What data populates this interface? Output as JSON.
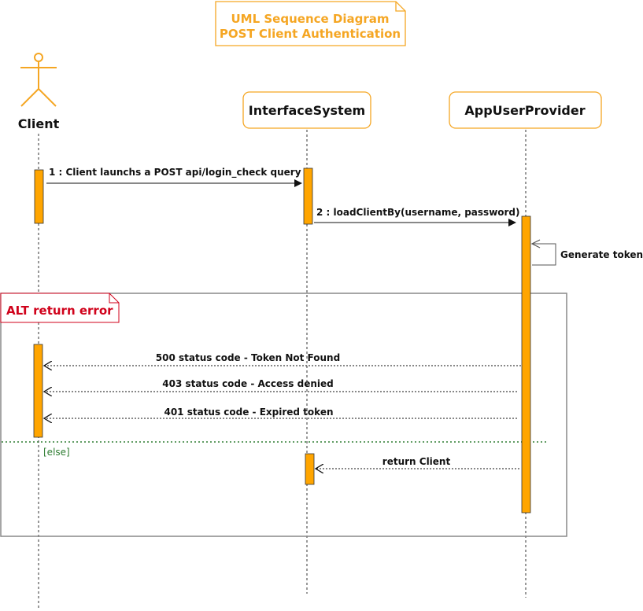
{
  "title": {
    "line1": "UML Sequence Diagram",
    "line2": "POST Client Authentication"
  },
  "participants": {
    "client": "Client",
    "interface": "InterfaceSystem",
    "provider": "AppUserProvider"
  },
  "messages": [
    {
      "id": "m1",
      "text": "1  : Client launchs a POST api/login_check query"
    },
    {
      "id": "m2",
      "text": "2 : loadClientBy(username, password)"
    },
    {
      "id": "m3",
      "text": "Generate token"
    },
    {
      "id": "m4",
      "text": "500 status code - Token Not Found"
    },
    {
      "id": "m5",
      "text": "403 status code - Access denied"
    },
    {
      "id": "m6",
      "text": "401 status code - Expired token"
    },
    {
      "id": "m7",
      "text": "return Client"
    }
  ],
  "fragment": {
    "alt_label": "ALT return error",
    "else_label": "[else]"
  },
  "colors": {
    "orange": "#f5a623",
    "activation_fill": "#ffa500",
    "alt_red": "#d0021b",
    "else_green": "#2e7d32",
    "frame_gray": "#888888"
  }
}
